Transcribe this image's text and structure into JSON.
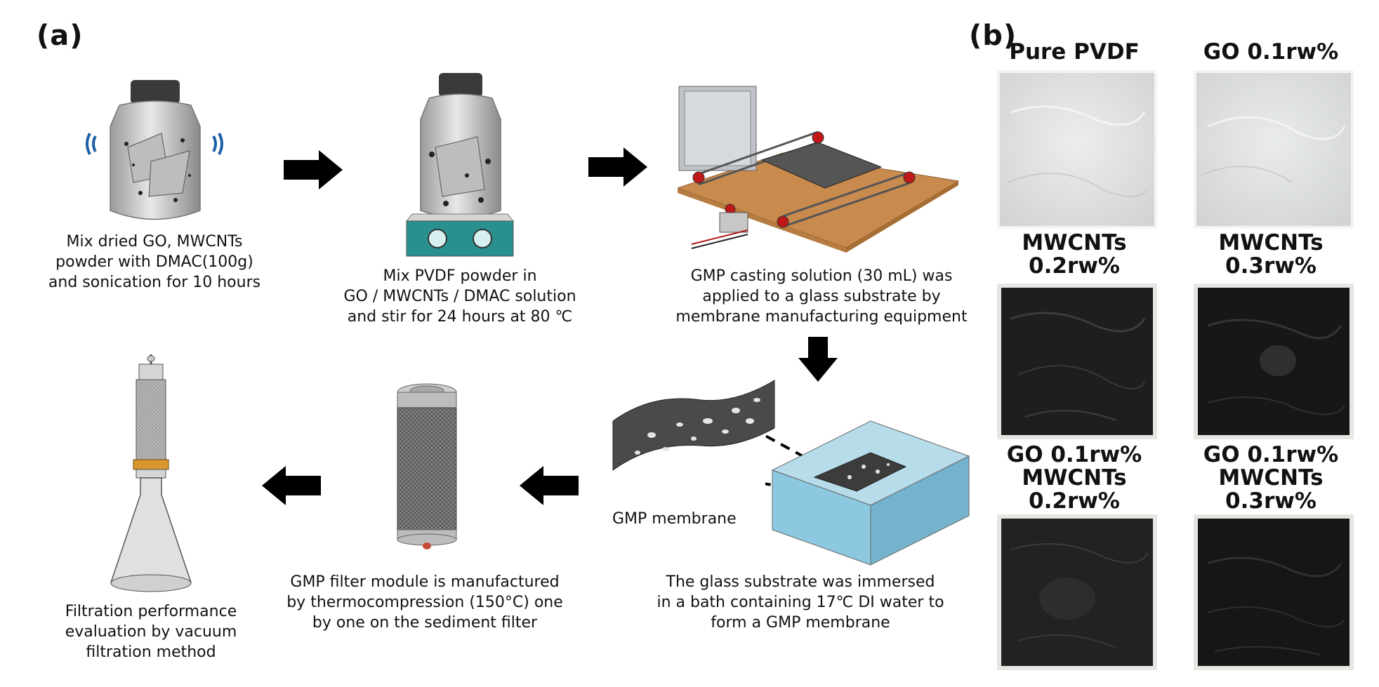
{
  "panel_a": {
    "label": "(a)",
    "steps": [
      {
        "lines": [
          "Mix dried GO, MWCNTs",
          "powder with DMAC(100g)",
          "and sonication for 10 hours"
        ]
      },
      {
        "lines": [
          "Mix PVDF powder in",
          "GO / MWCNTs / DMAC solution",
          "and stir for 24 hours at 80 ℃"
        ]
      },
      {
        "lines": [
          "GMP casting solution (30 mL) was",
          "applied to a glass substrate by",
          "membrane manufacturing equipment"
        ]
      },
      {
        "lines": [
          "The glass substrate was immersed",
          "in a bath containing 17℃ DI water to",
          "form a GMP membrane"
        ]
      },
      {
        "lines": [
          "GMP filter module is manufactured",
          "by thermocompression (150°C) one",
          "by one on the sediment filter"
        ]
      },
      {
        "lines": [
          "Filtration performance",
          "evaluation by vacuum",
          "filtration method"
        ]
      }
    ],
    "membrane_label": "GMP membrane"
  },
  "panel_b": {
    "label": "(b)",
    "samples": [
      {
        "lines": [
          "Pure PVDF"
        ],
        "tone": "clear"
      },
      {
        "lines": [
          "GO 0.1rw%"
        ],
        "tone": "clear"
      },
      {
        "lines": [
          "MWCNTs",
          "0.2rw%"
        ],
        "tone": "dark"
      },
      {
        "lines": [
          "MWCNTs",
          "0.3rw%"
        ],
        "tone": "dark"
      },
      {
        "lines": [
          "GO 0.1rw%",
          "MWCNTs",
          "0.2rw%"
        ],
        "tone": "dark"
      },
      {
        "lines": [
          "GO 0.1rw%",
          "MWCNTs",
          "0.3rw%"
        ],
        "tone": "dark"
      }
    ]
  },
  "colors": {
    "arrow": "#000000",
    "wave": "#1f5fa8",
    "stirrer_base": "#2a8f8f",
    "board": "#c98a4d",
    "water": "#8cc8df",
    "clear_film": "#dcdcdc",
    "dark_film": "#1c1f1e"
  }
}
